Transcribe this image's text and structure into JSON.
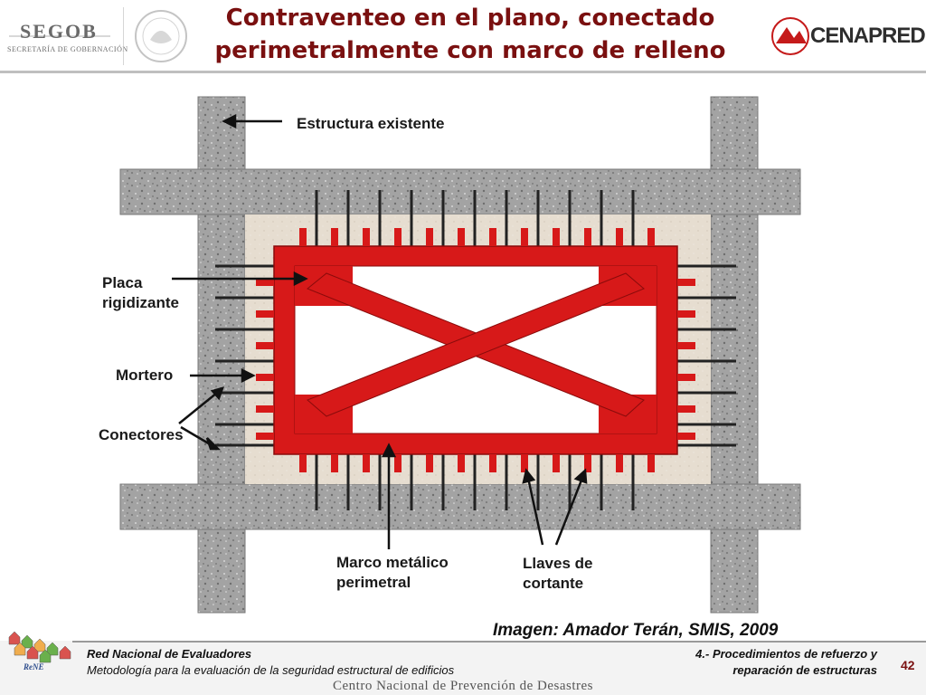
{
  "header": {
    "title_line1": "Contraventeo en el plano, conectado",
    "title_line2": "perimetralmente con marco de relleno",
    "left_logo_word": "SEGOB",
    "left_logo_sub": "SECRETARÍA DE GOBERNACIÓN",
    "right_logo_word": "CENAPRED"
  },
  "diagram": {
    "labels": {
      "estructura": "Estructura existente",
      "placa_line1": "Placa",
      "placa_line2": "rigidizante",
      "mortero": "Mortero",
      "conectores": "Conectores",
      "marco_line1": "Marco metálico",
      "marco_line2": "perimetral",
      "llaves_line1": "Llaves de",
      "llaves_line2": "cortante"
    },
    "colors": {
      "concrete": "#9d9d9d",
      "mortar": "#e8dfd2",
      "steel_frame": "#d71919",
      "frame_outline": "#8a0b0b",
      "connector": "#222222"
    }
  },
  "credit": "Imagen: Amador Terán, SMIS, 2009",
  "footer": {
    "left_line1": "Red Nacional de Evaluadores",
    "left_line2": "Metodología para la evaluación de la seguridad estructural de edificios",
    "right_line1": "4.- Procedimientos de refuerzo y",
    "right_line2": "reparación de estructuras",
    "page_number": "42",
    "bottom_text": "Centro Nacional de Prevención de Desastres",
    "rene_label": "ReNE"
  }
}
